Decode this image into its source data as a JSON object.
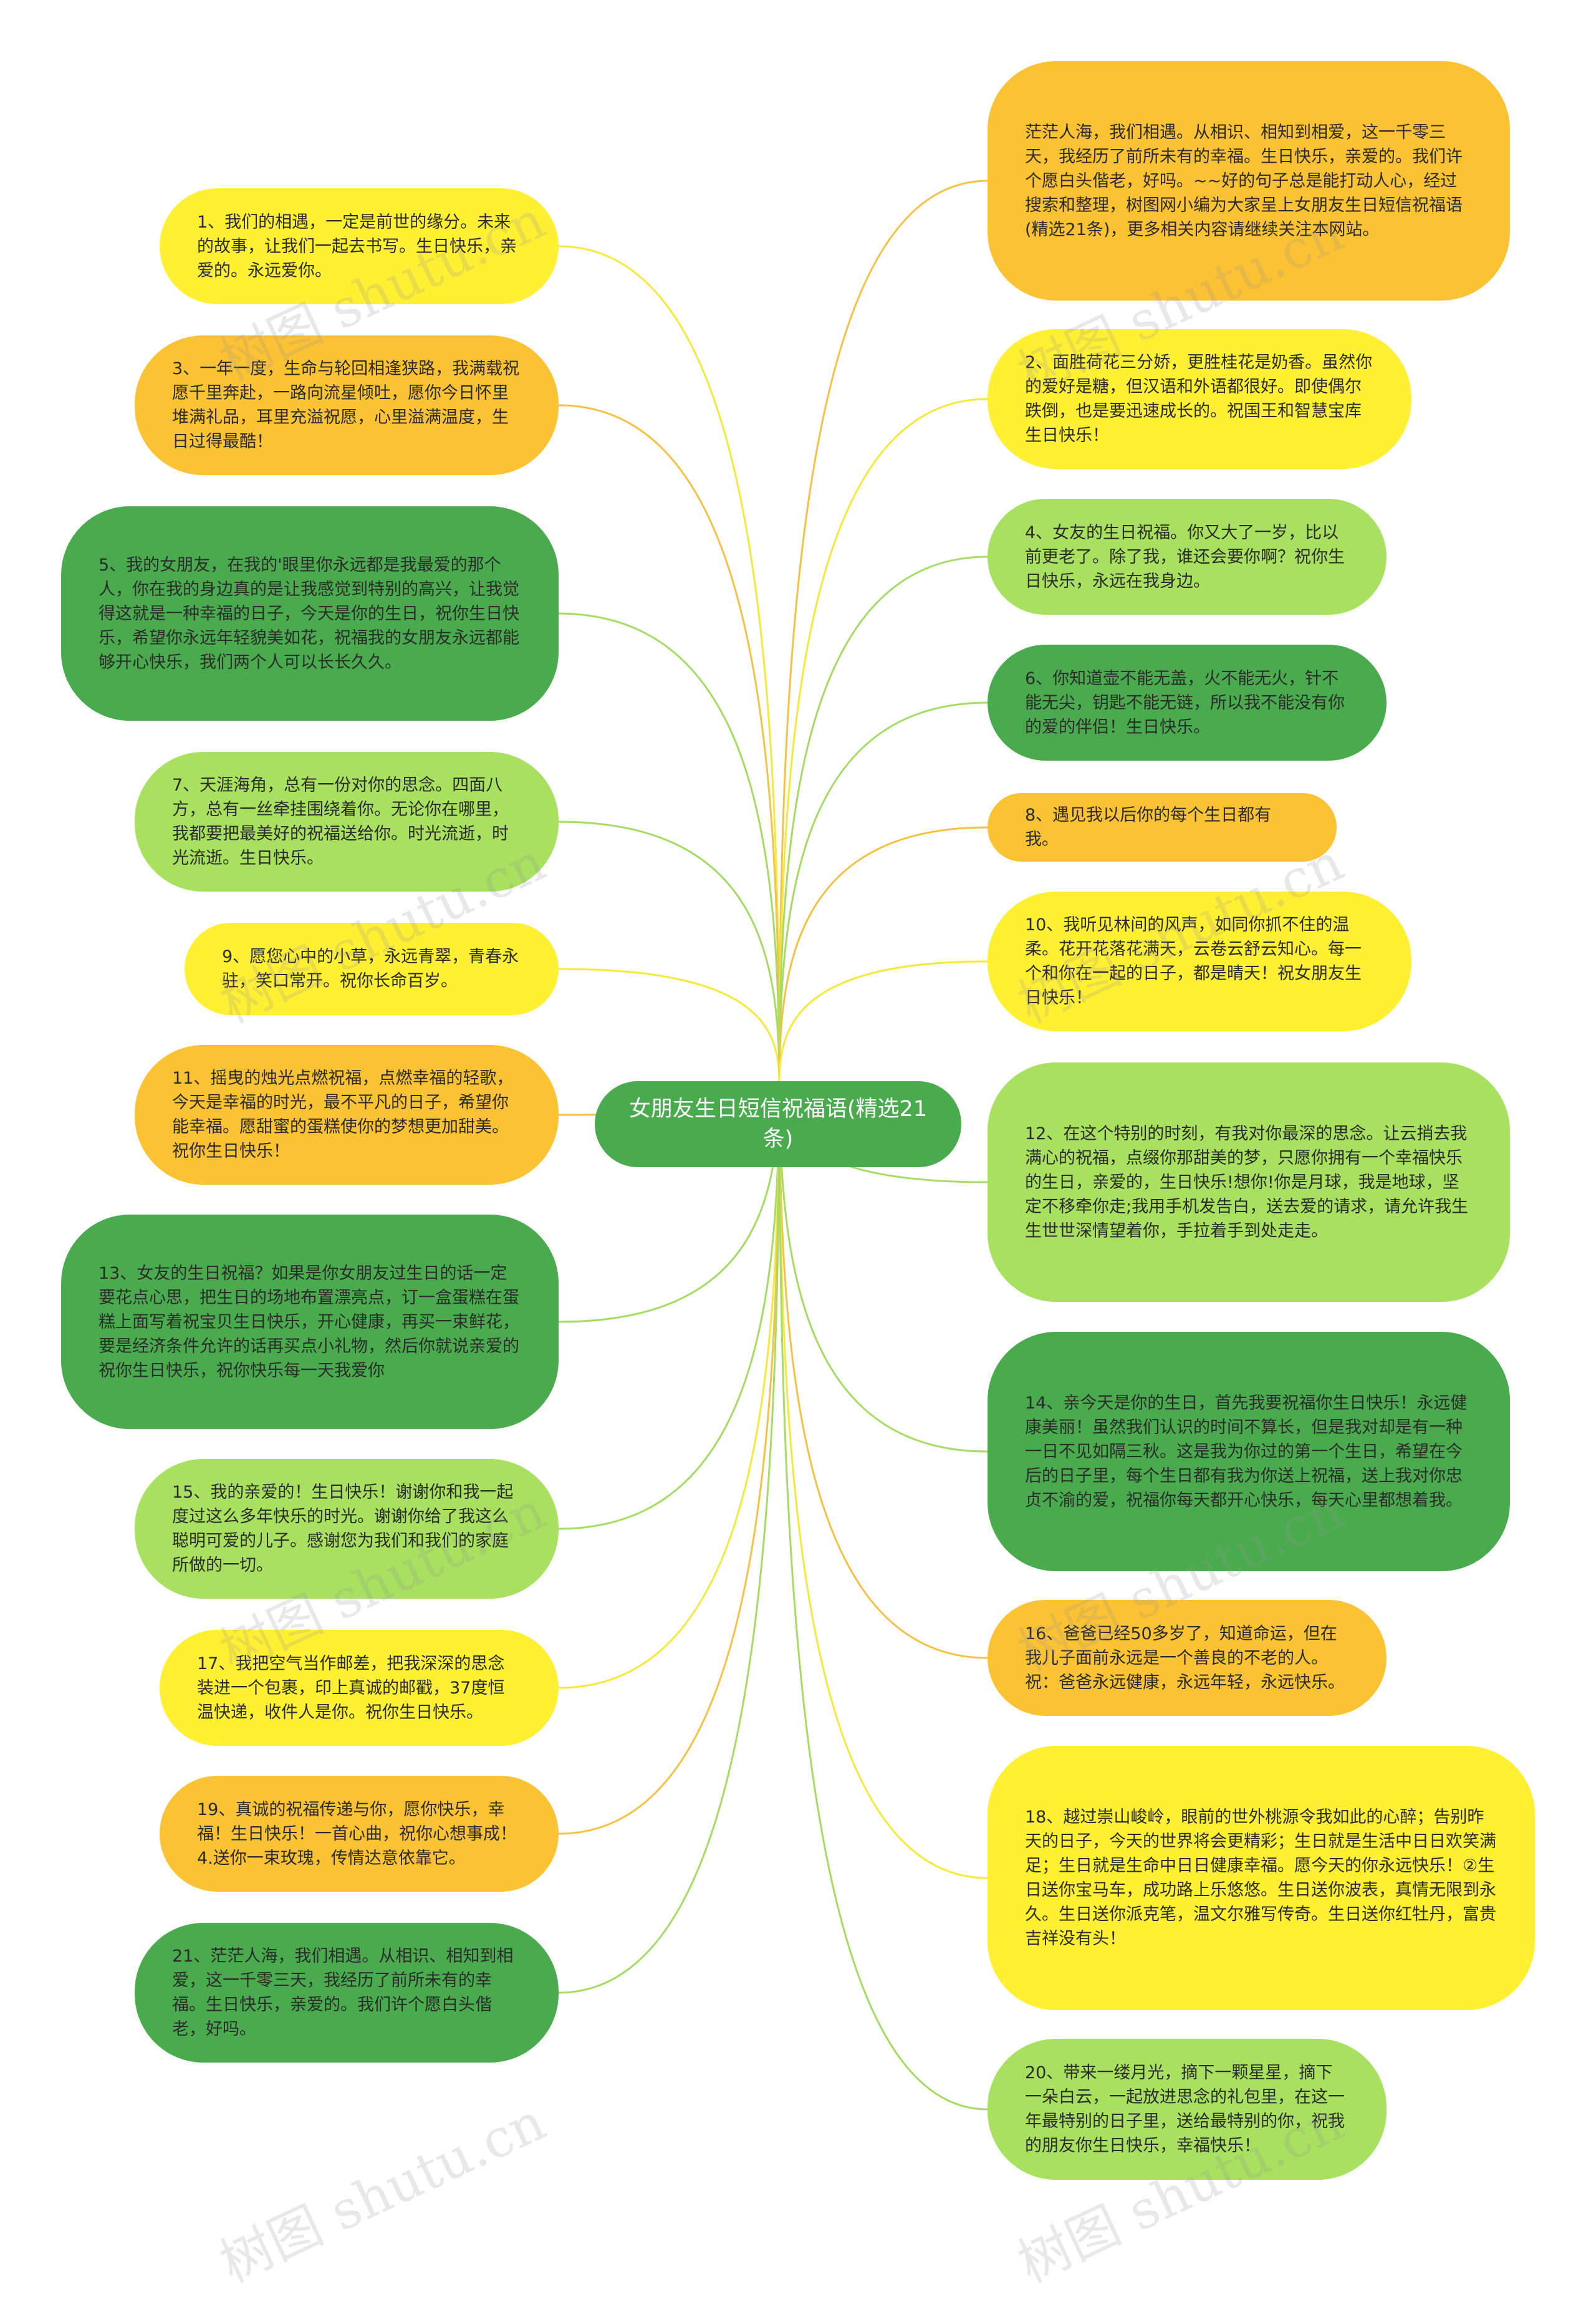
{
  "title": "女朋友生日短信祝福语(精选21条)",
  "watermark": "树图 shutu.cn",
  "colors": {
    "yellow": "#fff033",
    "orange": "#fbc233",
    "light_green": "#a8e05f",
    "dark_green": "#4aab4e",
    "yellow_line": "#f3ea3a",
    "orange_line": "#f6c245",
    "green_line": "#a6dc63"
  },
  "nodes": [
    {
      "id": "n1",
      "side": "left",
      "color": "yellow",
      "text": "1、我们的相遇，一定是前世的缘分。未来的故事，让我们一起去书写。生日快乐，亲爱的。永远爱你。"
    },
    {
      "id": "n3",
      "side": "left",
      "color": "orange",
      "text": "3、一年一度，生命与轮回相逢狭路，我满载祝愿千里奔赴，一路向流星倾吐，愿你今日怀里堆满礼品，耳里充溢祝愿，心里溢满温度，生日过得最酷！"
    },
    {
      "id": "n5",
      "side": "left",
      "color": "dgreen",
      "text": "5、我的女朋友，在我的'眼里你永远都是我最爱的那个人，你在我的身边真的是让我感觉到特别的高兴，让我觉得这就是一种幸福的日子，今天是你的生日，祝你生日快乐，希望你永远年轻貌美如花，祝福我的女朋友永远都能够开心快乐，我们两个人可以长长久久。"
    },
    {
      "id": "n7",
      "side": "left",
      "color": "lgreen",
      "text": "7、天涯海角，总有一份对你的思念。四面八方，总有一丝牵挂围绕着你。无论你在哪里，我都要把最美好的祝福送给你。时光流逝，时光流逝。生日快乐。"
    },
    {
      "id": "n9",
      "side": "left",
      "color": "yellow",
      "text": "9、愿您心中的小草，永远青翠，青春永驻，笑口常开。祝你长命百岁。"
    },
    {
      "id": "n11",
      "side": "left",
      "color": "orange",
      "text": "11、摇曳的烛光点燃祝福，点燃幸福的轻歌，今天是幸福的时光，最不平凡的日子，希望你能幸福。愿甜蜜的蛋糕使你的梦想更加甜美。祝你生日快乐！"
    },
    {
      "id": "n13",
      "side": "left",
      "color": "dgreen",
      "text": "13、女友的生日祝福？如果是你女朋友过生日的话一定要花点心思，把生日的场地布置漂亮点，订一盒蛋糕在蛋糕上面写着祝宝贝生日快乐，开心健康，再买一束鲜花，要是经济条件允许的话再买点小礼物，然后你就说亲爱的祝你生日快乐，祝你快乐每一天我爱你"
    },
    {
      "id": "n15",
      "side": "left",
      "color": "lgreen",
      "text": "15、我的亲爱的！生日快乐！谢谢你和我一起度过这么多年快乐的时光。谢谢你给了我这么聪明可爱的儿子。感谢您为我们和我们的家庭所做的一切。"
    },
    {
      "id": "n17",
      "side": "left",
      "color": "yellow",
      "text": "17、我把空气当作邮差，把我深深的思念装进一个包裹，印上真诚的邮戳，37度恒温快递，收件人是你。祝你生日快乐。"
    },
    {
      "id": "n19",
      "side": "left",
      "color": "orange",
      "text": "19、真诚的祝福传递与你，愿你快乐，幸福！生日快乐！一首心曲，祝你心想事成！4.送你一束玫瑰，传情达意依靠它。"
    },
    {
      "id": "n21",
      "side": "left",
      "color": "dgreen",
      "text": "21、茫茫人海，我们相遇。从相识、相知到相爱，这一千零三天，我经历了前所未有的幸福。生日快乐，亲爱的。我们许个愿白头偕老，好吗。"
    },
    {
      "id": "n0",
      "side": "right",
      "color": "orange",
      "text": "茫茫人海，我们相遇。从相识、相知到相爱，这一千零三天，我经历了前所未有的幸福。生日快乐，亲爱的。我们许个愿白头偕老，好吗。~~好的句子总是能打动人心，经过搜索和整理，树图网小编为大家呈上女朋友生日短信祝福语(精选21条)，更多相关内容请继续关注本网站。"
    },
    {
      "id": "n2",
      "side": "right",
      "color": "yellow",
      "text": "2、面胜荷花三分娇，更胜桂花是奶香。虽然你的爱好是糖，但汉语和外语都很好。即使偶尔跌倒，也是要迅速成长的。祝国王和智慧宝库生日快乐！"
    },
    {
      "id": "n4",
      "side": "right",
      "color": "lgreen",
      "text": "4、女友的生日祝福。你又大了一岁，比以前更老了。除了我，谁还会要你啊？祝你生日快乐，永远在我身边。"
    },
    {
      "id": "n6",
      "side": "right",
      "color": "dgreen",
      "text": "6、你知道壶不能无盖，火不能无火，针不能无尖，钥匙不能无链，所以我不能没有你的爱的伴侣！生日快乐。"
    },
    {
      "id": "n8",
      "side": "right",
      "color": "orange",
      "text": "8、遇见我以后你的每个生日都有我。"
    },
    {
      "id": "n10",
      "side": "right",
      "color": "yellow",
      "text": "10、我听见林间的风声，如同你抓不住的温柔。花开花落花满天，云卷云舒云知心。每一个和你在一起的日子，都是晴天！祝女朋友生日快乐！"
    },
    {
      "id": "n12",
      "side": "right",
      "color": "lgreen",
      "text": "12、在这个特别的时刻，有我对你最深的思念。让云捎去我满心的祝福，点缀你那甜美的梦，只愿你拥有一个幸福快乐的生日，亲爱的，生日快乐!想你!你是月球，我是地球，坚定不移牵你走;我用手机发告白，送去爱的请求，请允许我生生世世深情望着你，手拉着手到处走走。"
    },
    {
      "id": "n14",
      "side": "right",
      "color": "dgreen",
      "text": "14、亲今天是你的生日，首先我要祝福你生日快乐！永远健康美丽！虽然我们认识的时间不算长，但是我对却是有一种一日不见如隔三秋。这是我为你过的第一个生日，希望在今后的日子里，每个生日都有我为你送上祝福，送上我对你忠贞不渝的爱，祝福你每天都开心快乐，每天心里都想着我。"
    },
    {
      "id": "n16",
      "side": "right",
      "color": "orange",
      "text": "16、爸爸已经50多岁了，知道命运，但在我儿子面前永远是一个善良的不老的人。祝：爸爸永远健康，永远年轻，永远快乐。"
    },
    {
      "id": "n18",
      "side": "right",
      "color": "yellow",
      "text": "18、越过崇山峻岭，眼前的世外桃源令我如此的心醉；告别昨天的日子，今天的世界将会更精彩；生日就是生活中日日欢笑满足；生日就是生命中日日健康幸福。愿今天的你永远快乐！②生日送你宝马车，成功路上乐悠悠。生日送你波表，真情无限到永久。生日送你派克笔，温文尔雅写传奇。生日送你红牡丹，富贵吉祥没有头！"
    },
    {
      "id": "n20",
      "side": "right",
      "color": "lgreen",
      "text": "20、带来一缕月光，摘下一颗星星，摘下一朵白云，一起放进思念的礼包里，在这一年最特别的日子里，送给最特别的你，祝我的朋友你生日快乐，幸福快乐！"
    }
  ]
}
